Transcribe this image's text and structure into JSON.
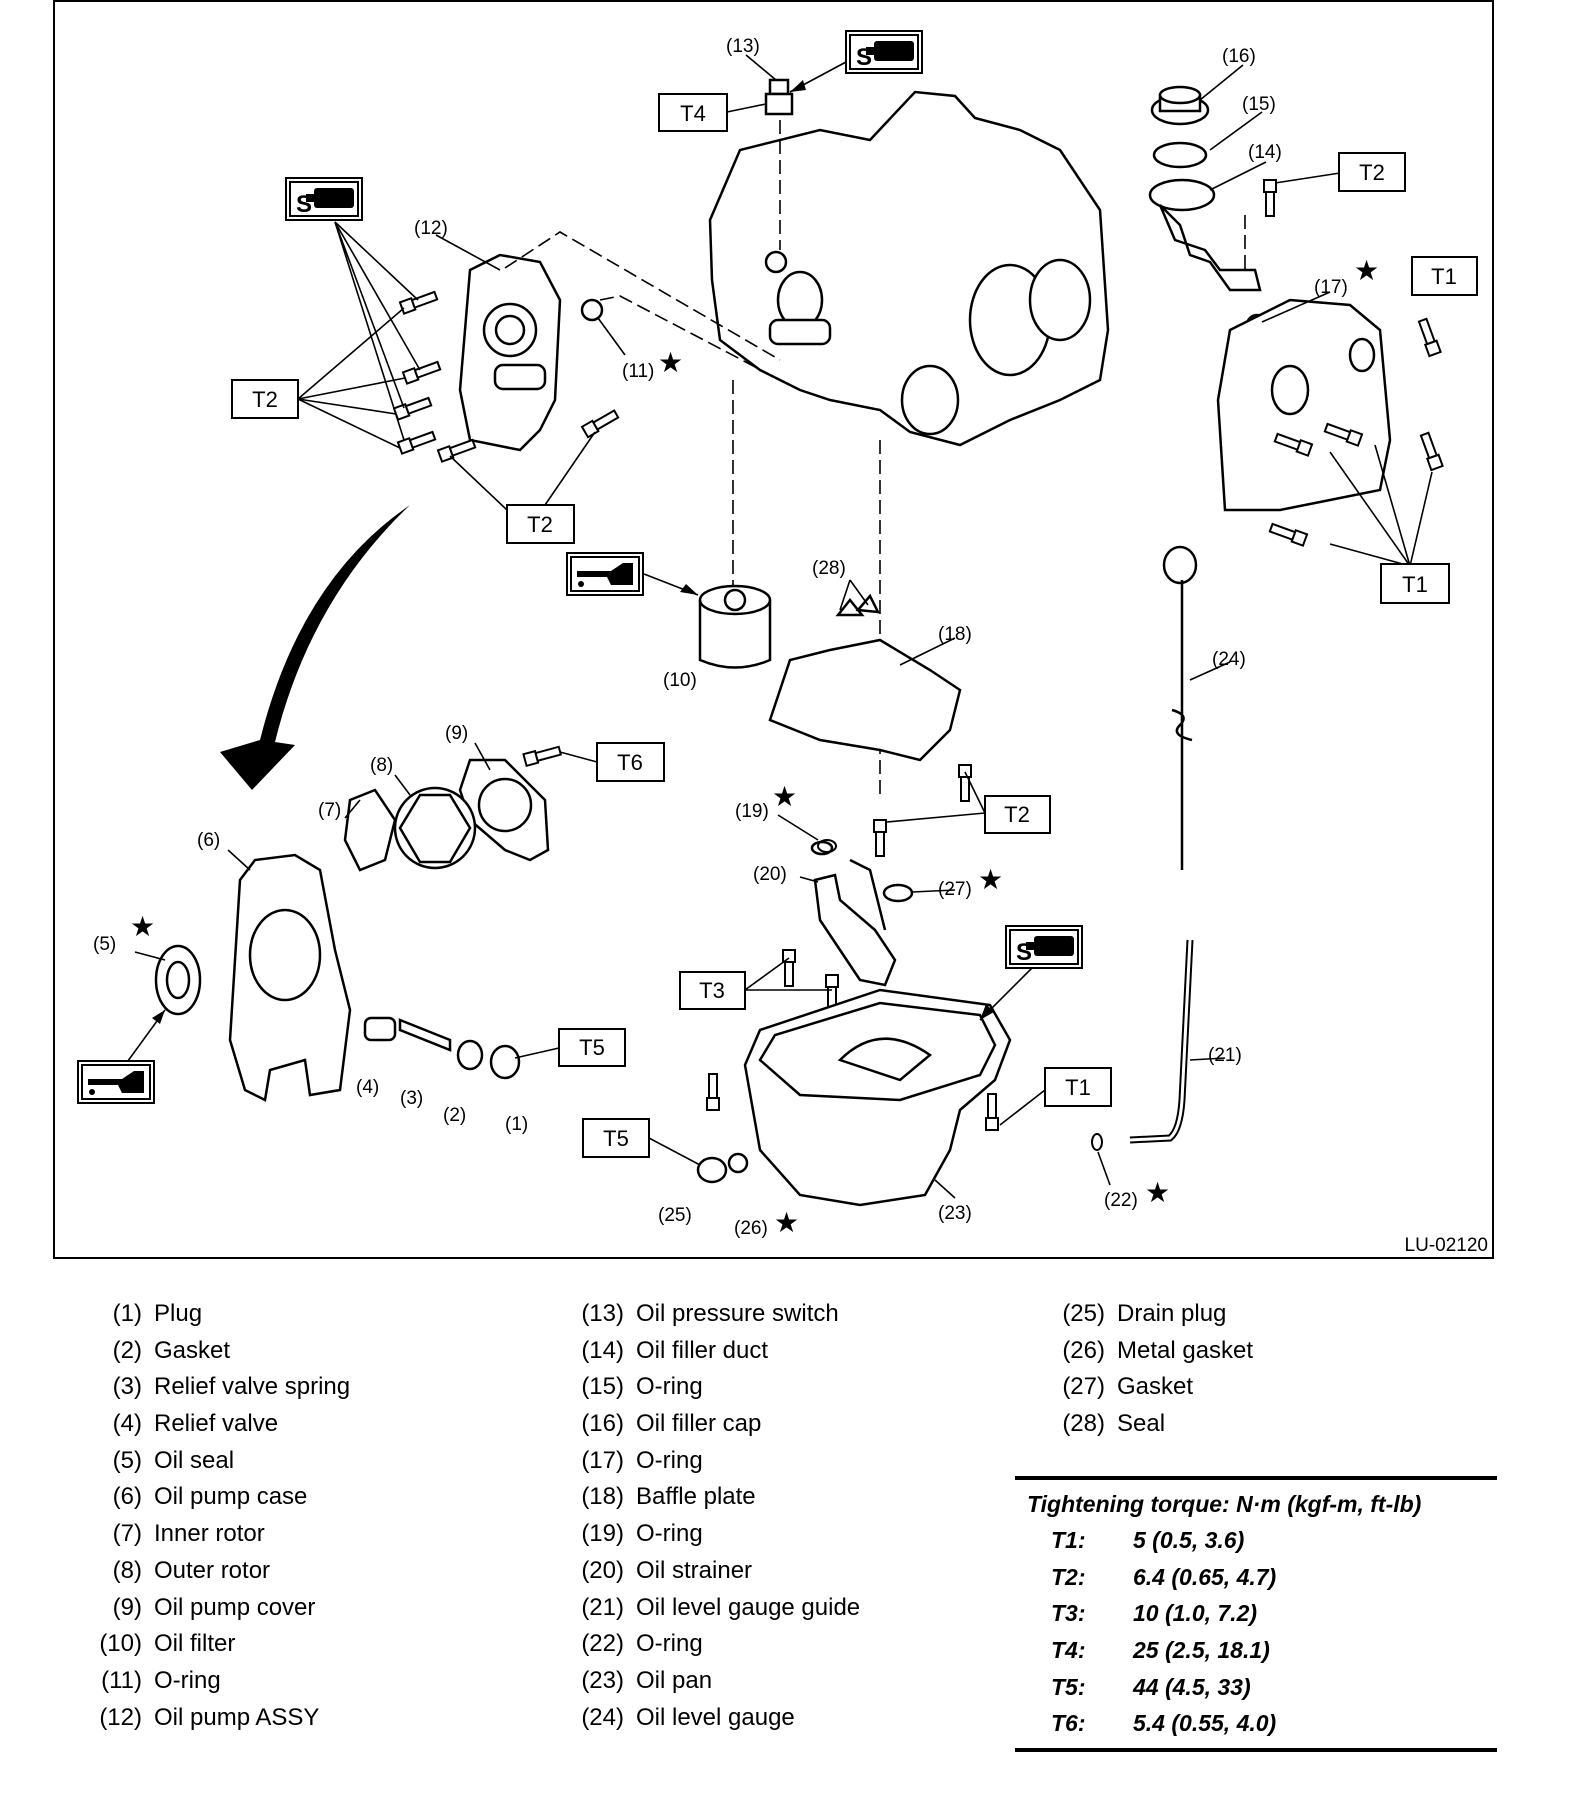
{
  "diagram": {
    "figure_id": "LU-02120",
    "callouts": [
      "(1)",
      "(2)",
      "(3)",
      "(4)",
      "(5)",
      "(6)",
      "(7)",
      "(8)",
      "(9)",
      "(10)",
      "(11)",
      "(12)",
      "(13)",
      "(14)",
      "(15)",
      "(16)",
      "(17)",
      "(18)",
      "(19)",
      "(20)",
      "(21)",
      "(22)",
      "(23)",
      "(24)",
      "(25)",
      "(26)",
      "(27)",
      "(28)"
    ],
    "torque_tags": {
      "t1": "T1",
      "t2": "T2",
      "t3": "T3",
      "t4": "T4",
      "t5": "T5",
      "t6": "T6"
    },
    "symbols": {
      "star": "★",
      "sealant": "liquid-gasket-icon",
      "oil": "engine-oil-icon"
    }
  },
  "legend": [
    [
      {
        "num": "(1)",
        "name": "Plug"
      },
      {
        "num": "(2)",
        "name": "Gasket"
      },
      {
        "num": "(3)",
        "name": "Relief valve spring"
      },
      {
        "num": "(4)",
        "name": "Relief valve"
      },
      {
        "num": "(5)",
        "name": "Oil seal"
      },
      {
        "num": "(6)",
        "name": "Oil pump case"
      },
      {
        "num": "(7)",
        "name": "Inner rotor"
      },
      {
        "num": "(8)",
        "name": "Outer rotor"
      },
      {
        "num": "(9)",
        "name": "Oil pump cover"
      },
      {
        "num": "(10)",
        "name": "Oil filter"
      },
      {
        "num": "(11)",
        "name": "O-ring"
      },
      {
        "num": "(12)",
        "name": "Oil pump ASSY"
      }
    ],
    [
      {
        "num": "(13)",
        "name": "Oil pressure switch"
      },
      {
        "num": "(14)",
        "name": "Oil filler duct"
      },
      {
        "num": "(15)",
        "name": "O-ring"
      },
      {
        "num": "(16)",
        "name": "Oil filler cap"
      },
      {
        "num": "(17)",
        "name": "O-ring"
      },
      {
        "num": "(18)",
        "name": "Baffle plate"
      },
      {
        "num": "(19)",
        "name": "O-ring"
      },
      {
        "num": "(20)",
        "name": "Oil strainer"
      },
      {
        "num": "(21)",
        "name": "Oil level gauge guide"
      },
      {
        "num": "(22)",
        "name": "O-ring"
      },
      {
        "num": "(23)",
        "name": "Oil pan"
      },
      {
        "num": "(24)",
        "name": "Oil level gauge"
      }
    ],
    [
      {
        "num": "(25)",
        "name": "Drain plug"
      },
      {
        "num": "(26)",
        "name": "Metal gasket"
      },
      {
        "num": "(27)",
        "name": "Gasket"
      },
      {
        "num": "(28)",
        "name": "Seal"
      }
    ]
  ],
  "torque": {
    "title": "Tightening torque: N·m (kgf-m, ft-lb)",
    "rows": [
      {
        "key": "T1:",
        "value": "5 (0.5, 3.6)"
      },
      {
        "key": "T2:",
        "value": "6.4 (0.65, 4.7)"
      },
      {
        "key": "T3:",
        "value": "10 (1.0, 7.2)"
      },
      {
        "key": "T4:",
        "value": "25 (2.5, 18.1)"
      },
      {
        "key": "T5:",
        "value": "44 (4.5, 33)"
      },
      {
        "key": "T6:",
        "value": "5.4 (0.55, 4.0)"
      }
    ]
  }
}
